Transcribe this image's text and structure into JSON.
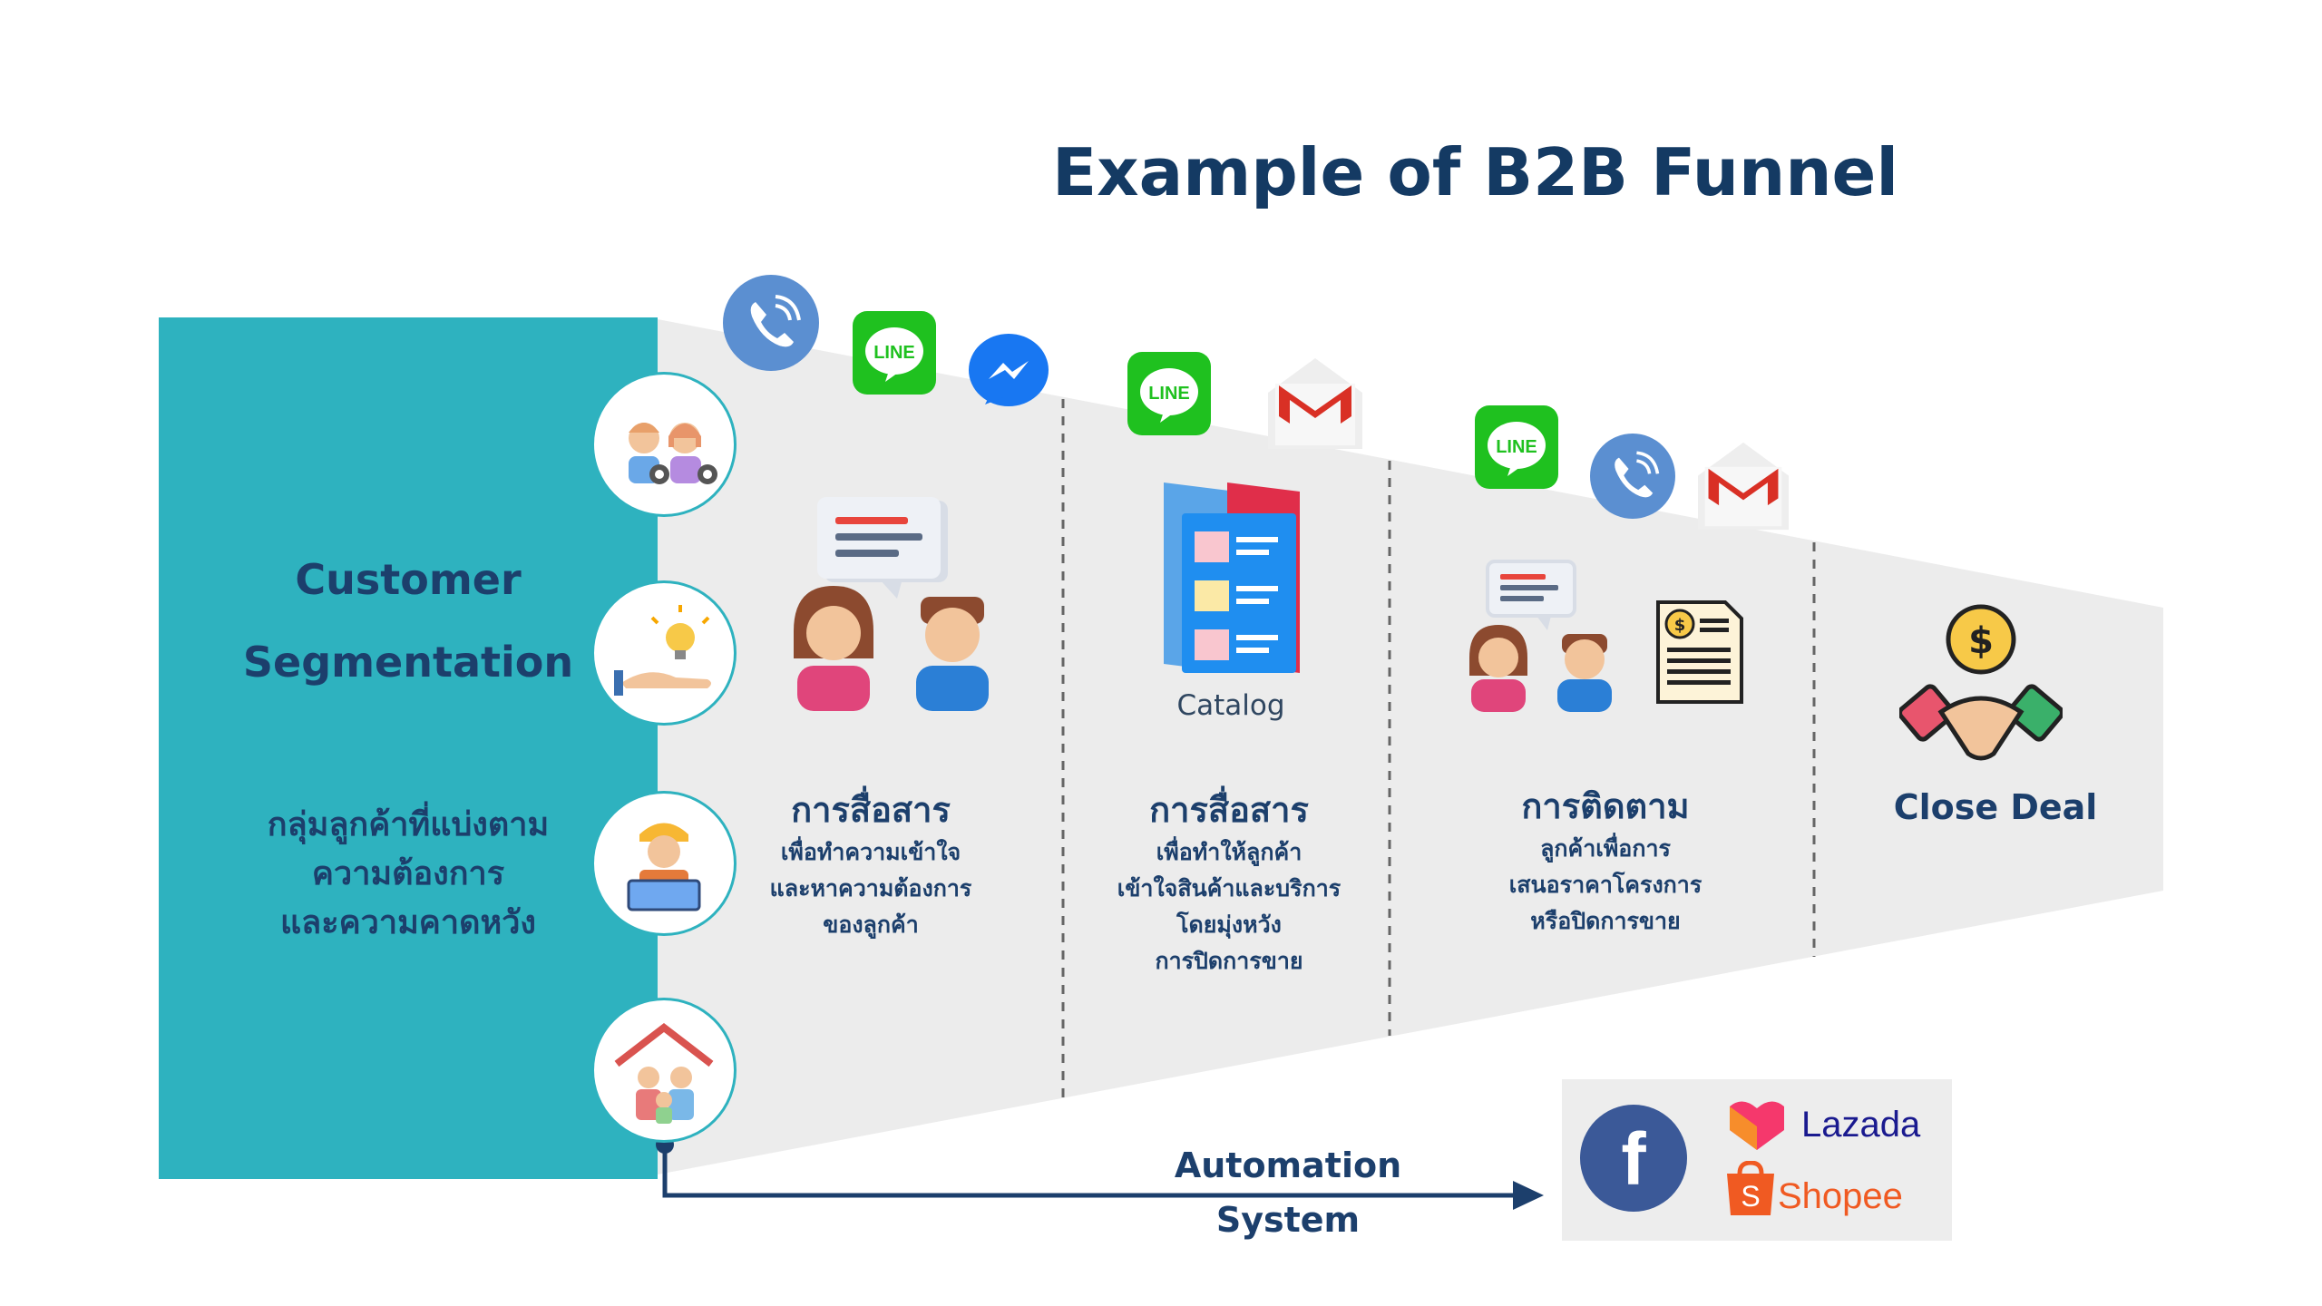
{
  "title": "Example of B2B Funnel",
  "segmentation": {
    "title_line1": "Customer",
    "title_line2": "Segmentation",
    "thai_line1": "กลุ่มลูกค้าที่แบ่งตาม",
    "thai_line2": "ความต้องการ",
    "thai_line3": "และความคาดหวัง"
  },
  "stages": [
    {
      "heading": "การสื่อสาร",
      "lines": [
        "เพื่อทำความเข้าใจ",
        "และหาความต้องการ",
        "ของลูกค้า"
      ]
    },
    {
      "heading": "การสื่อสาร",
      "catalog_label": "Catalog",
      "lines": [
        "เพื่อทำให้ลูกค้า",
        "เข้าใจสินค้าและบริการ",
        "โดยมุ่งหวัง",
        "การปิดการขาย"
      ]
    },
    {
      "heading": "การติดตาม",
      "lines": [
        "ลูกค้าเพื่อการ",
        "เสนอราคาโครงการ",
        "หรือปิดการขาย"
      ]
    },
    {
      "heading": "Close Deal"
    }
  ],
  "automation": {
    "line1": "Automation",
    "line2": "System"
  },
  "platforms": {
    "lazada": "Lazada",
    "shopee": "Shopee",
    "facebook_glyph": "f"
  },
  "badges": {
    "line": "LINE"
  },
  "colors": {
    "teal": "#2eb2bf",
    "navy": "#1c3f6c",
    "funnel_gray": "#ececec",
    "line_green": "#1fc11f",
    "phone_blue": "#5b8fd1",
    "messenger_blue": "#1877f2",
    "gmail_red": "#d93025",
    "facebook_blue": "#3b5998",
    "lazada_navy": "#1a1a8f",
    "shopee_orange": "#f05a22"
  }
}
